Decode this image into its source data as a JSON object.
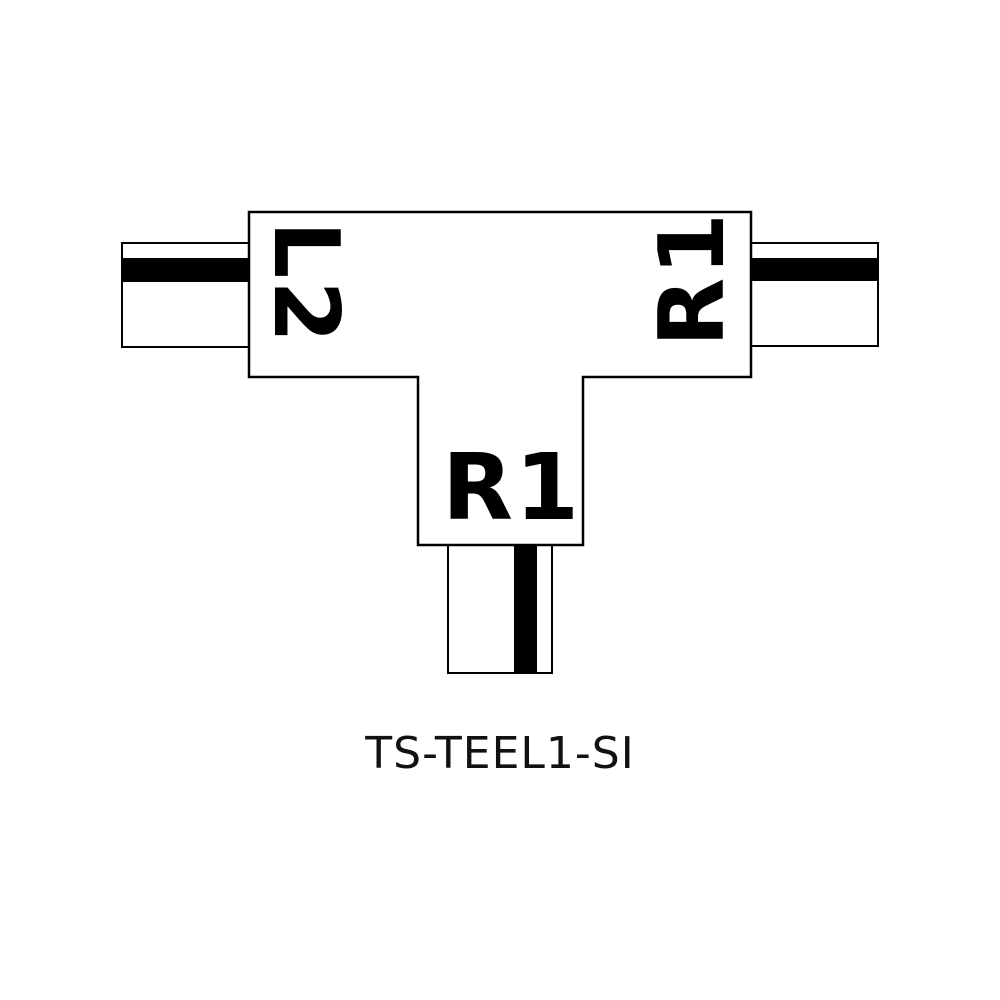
{
  "diagram": {
    "type": "track-tee-connector",
    "colors": {
      "outline": "#000000",
      "fill": "#ffffff",
      "band": "#000000"
    },
    "labels": {
      "left": "L2",
      "right": "R1",
      "bottom": "R1"
    },
    "caption": "TS-TEEL1-SI"
  }
}
